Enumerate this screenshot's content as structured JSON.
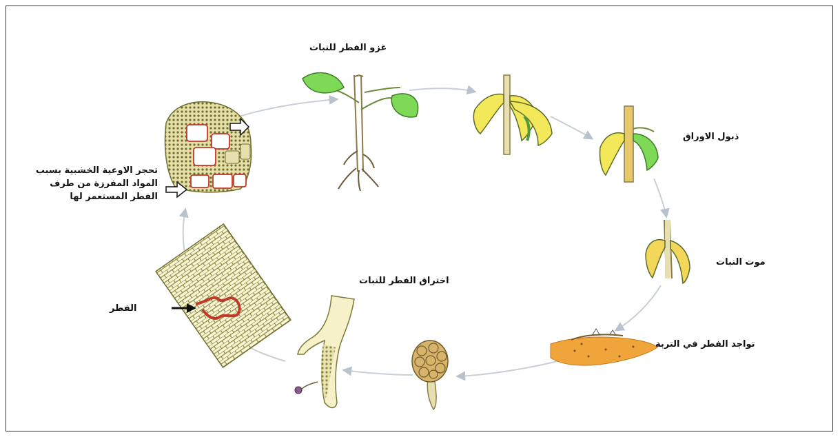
{
  "labels": {
    "plant_invasion": "غزو الفطر للنبات",
    "leaf_wilting": "ذبول الاوراق",
    "plant_death": "موت النبات",
    "fungus_in_soil": "تواجد الفطر في التربة",
    "fungus_penetration": "اختراق الفطر للنبات",
    "fungus": "الفطر",
    "vessel_blockage": "تحجر الاوعية الخشبية بسبب المواد المفرزة من طرف الفطر المستعمر لها"
  },
  "colors": {
    "leaf_green": "#7ed957",
    "leaf_yellow": "#f2e85a",
    "stem": "#e8dfb0",
    "soil": "#f0a53a",
    "cycle_arrow": "#c8cfd6",
    "tissue": "#7a7a3a",
    "fungus_red": "#c0392b"
  }
}
